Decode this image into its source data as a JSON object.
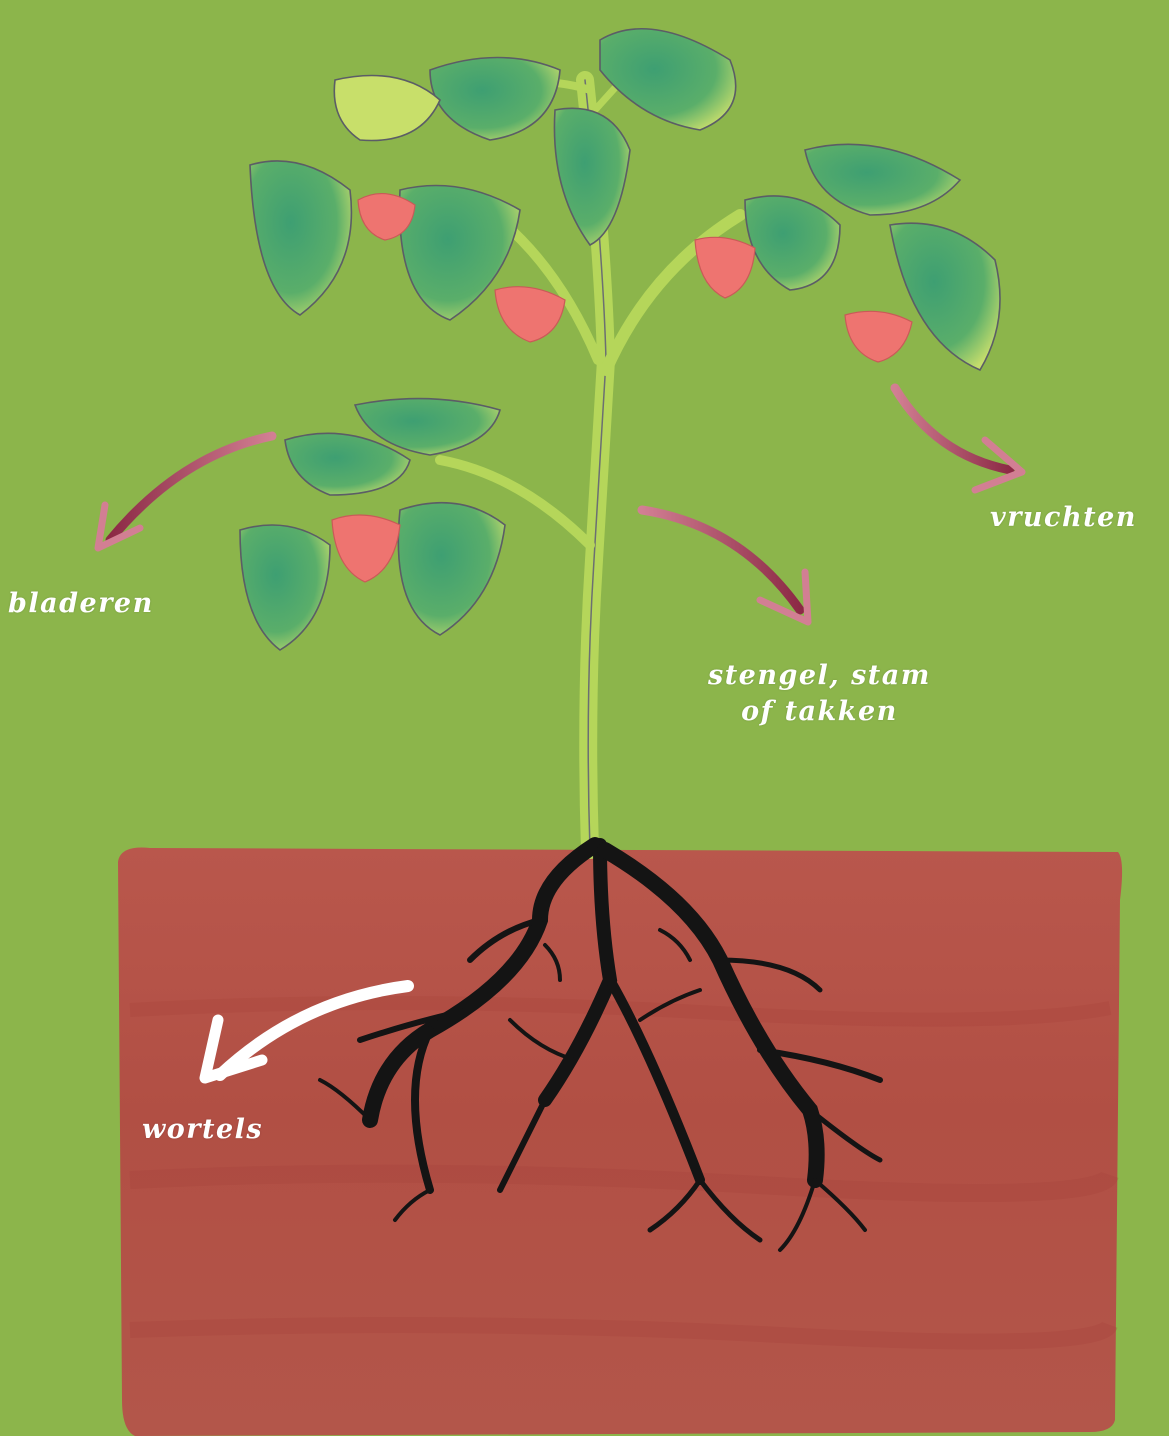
{
  "labels": {
    "leaves": "bladeren",
    "fruits": "vruchten",
    "stem_line1": "stengel, stam",
    "stem_line2": "of takken",
    "roots": "wortels"
  },
  "colors": {
    "background": "#8cb54b",
    "soil": "#b5564a",
    "stem": "#b5d65a",
    "leaf": "#3fa373",
    "leaf_light": "#c9e06a",
    "fruit": "#ee7470",
    "roots": "#141414",
    "arrow": "#a8405a",
    "label_text": "#ffffff"
  }
}
